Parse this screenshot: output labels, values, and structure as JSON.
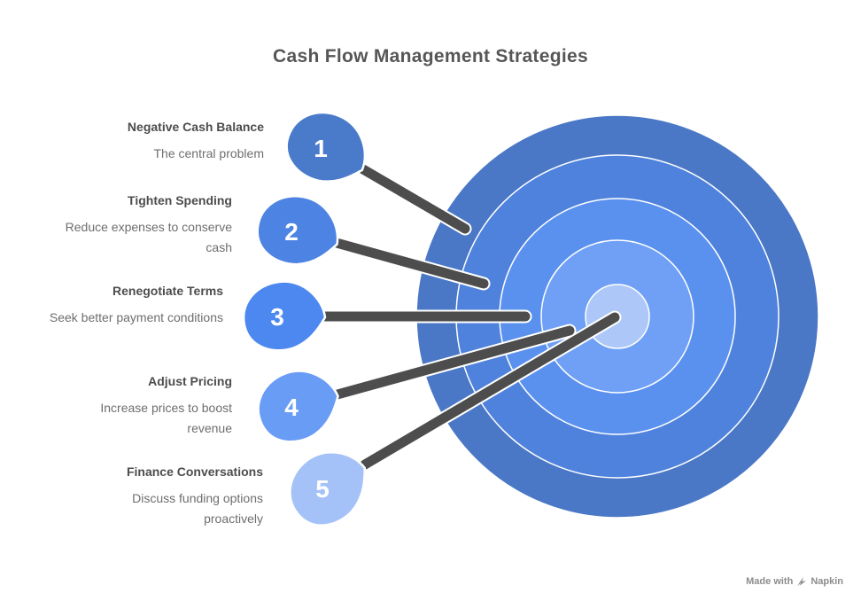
{
  "title": "Cash Flow Management Strategies",
  "connector_color": "#4d4d4d",
  "rings": [
    {
      "color": "#4a78c6"
    },
    {
      "color": "#4f82dc"
    },
    {
      "color": "#5a91ee"
    },
    {
      "color": "#6fa0f5"
    },
    {
      "color": "#adc8f8"
    }
  ],
  "items": [
    {
      "num": "1",
      "label": "Negative Cash Balance",
      "desc": "The central problem",
      "pin_color": "#4a7bca"
    },
    {
      "num": "2",
      "label": "Tighten Spending",
      "desc": "Reduce expenses to conserve cash",
      "pin_color": "#4d83e2"
    },
    {
      "num": "3",
      "label": "Renegotiate Terms",
      "desc": "Seek better payment conditions",
      "pin_color": "#4c88ef"
    },
    {
      "num": "4",
      "label": "Adjust Pricing",
      "desc": "Increase prices to boost revenue",
      "pin_color": "#699cf5"
    },
    {
      "num": "5",
      "label": "Finance Conversations",
      "desc": "Discuss funding options proactively",
      "pin_color": "#a5c2f8"
    }
  ],
  "watermark": {
    "prefix": "Made with",
    "brand": "Napkin"
  }
}
